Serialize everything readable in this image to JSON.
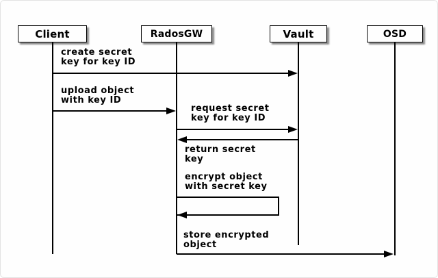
{
  "diagram": {
    "type": "sequence-diagram",
    "colors": {
      "line": "#000000",
      "background": "#fefefe",
      "text": "#000000",
      "box_shadow": "rgba(0,0,0,0.45)"
    },
    "participants": [
      {
        "name": "Client"
      },
      {
        "name": "RadosGW"
      },
      {
        "name": "Vault"
      },
      {
        "name": "OSD"
      }
    ],
    "messages": [
      {
        "from": "Client",
        "to": "Vault",
        "label": "create secret\nkey for key ID"
      },
      {
        "from": "Client",
        "to": "RadosGW",
        "label": "upload object\nwith key ID"
      },
      {
        "from": "RadosGW",
        "to": "Vault",
        "label": "request secret\nkey for key ID"
      },
      {
        "from": "Vault",
        "to": "RadosGW",
        "label": "return secret\nkey"
      },
      {
        "from": "RadosGW",
        "to": "RadosGW",
        "label": "encrypt object\nwith secret key",
        "self_message": true
      },
      {
        "from": "RadosGW",
        "to": "OSD",
        "label": "store encrypted\nobject"
      }
    ]
  }
}
